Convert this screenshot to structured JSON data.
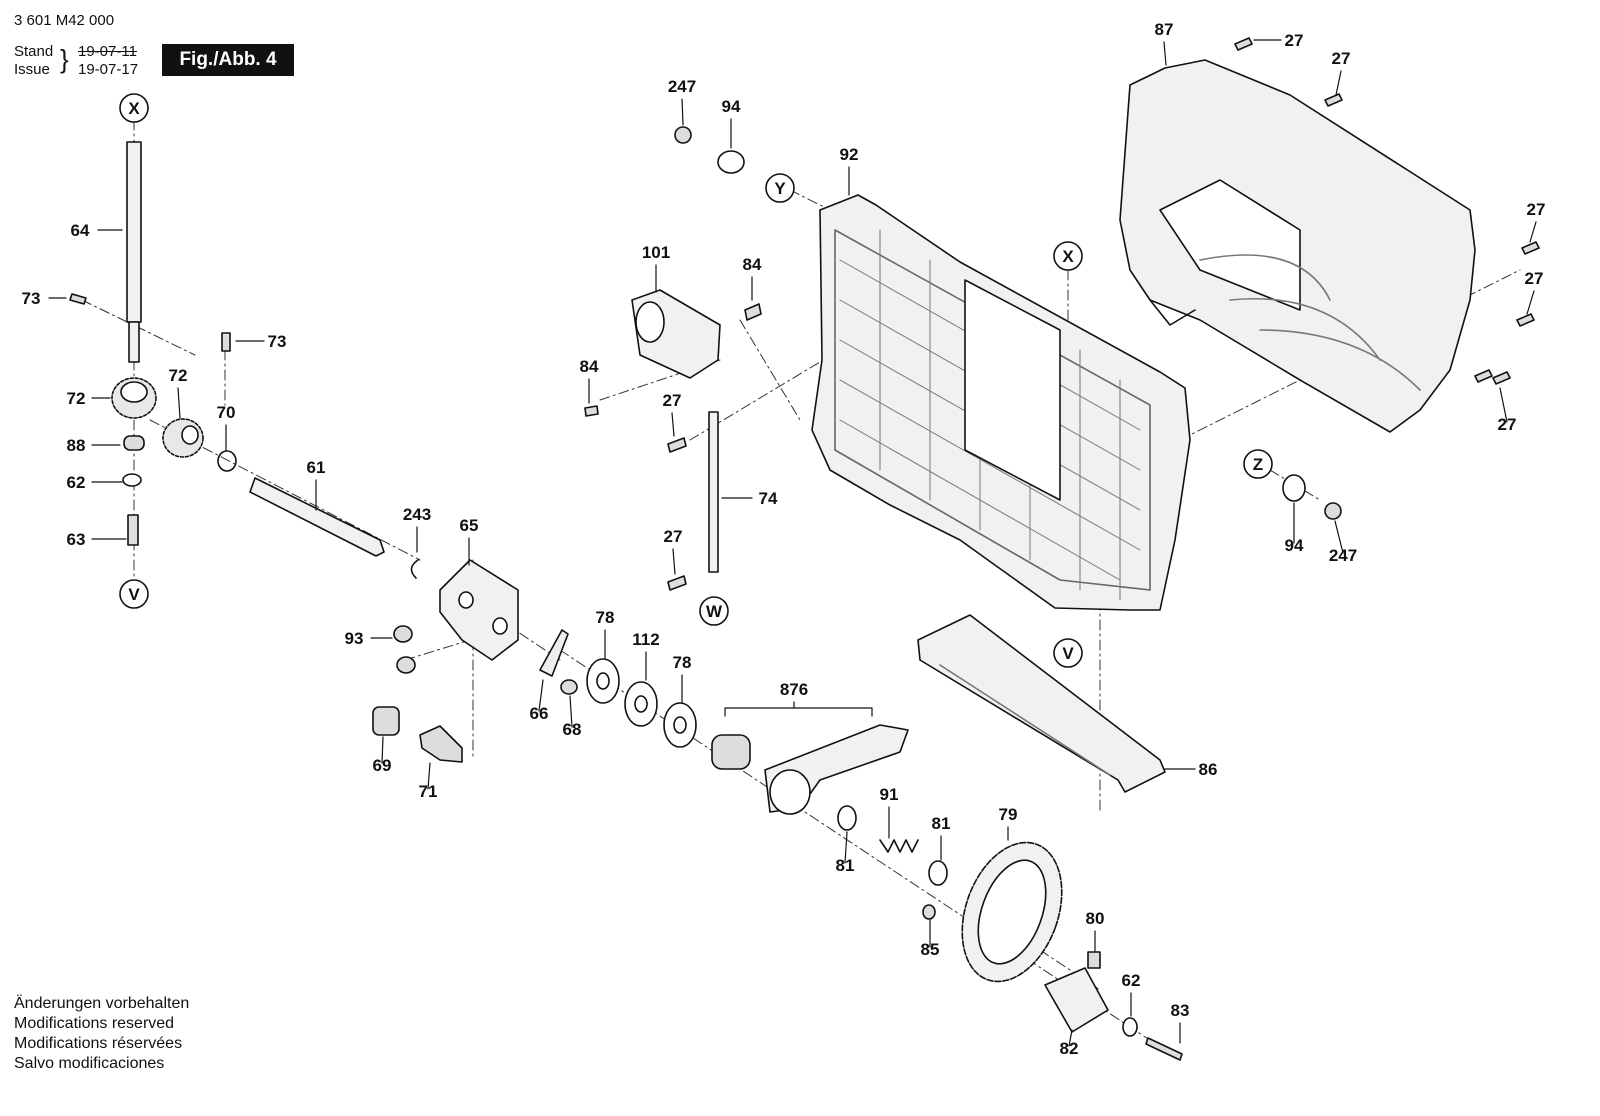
{
  "header": {
    "part_number": "3 601 M42 000",
    "stand_label": "Stand",
    "issue_label": "Issue",
    "stand_date": "19-07-11",
    "issue_date": "19-07-17",
    "figure_label": "Fig./Abb. 4"
  },
  "notes": [
    "Änderungen vorbehalten",
    "Modifications reserved",
    "Modifications réservées",
    "Salvo modificaciones"
  ],
  "connectors": [
    "X",
    "V",
    "Y",
    "X",
    "V",
    "W",
    "Z"
  ],
  "labels": [
    "64",
    "73",
    "73",
    "72",
    "72",
    "88",
    "70",
    "62",
    "63",
    "61",
    "243",
    "65",
    "93",
    "78",
    "112",
    "78",
    "66",
    "68",
    "69",
    "71",
    "876",
    "91",
    "81",
    "81",
    "79",
    "85",
    "80",
    "62",
    "83",
    "82",
    "101",
    "84",
    "84",
    "27",
    "74",
    "27",
    "247",
    "94",
    "92",
    "87",
    "27",
    "27",
    "27",
    "27",
    "27",
    "94",
    "247",
    "86"
  ],
  "colors": {
    "ink": "#111111",
    "paper": "#ffffff",
    "part_fill": "#f1f1f1",
    "shade": "#9a9a9a"
  }
}
